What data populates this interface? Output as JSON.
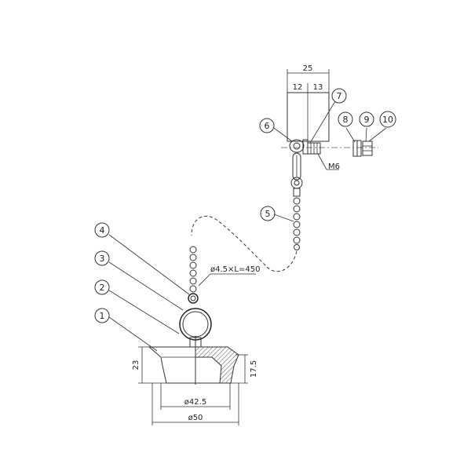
{
  "callouts": [
    "1",
    "2",
    "3",
    "4",
    "5",
    "6",
    "7",
    "8",
    "9",
    "10"
  ],
  "dimensions": {
    "top_width": "25",
    "top_left": "12",
    "top_right": "13",
    "thread": "M6",
    "chain_spec": "ø4.5×L=450",
    "height_left": "23",
    "height_right": "17.5",
    "inner_diameter": "ø42.5",
    "outer_diameter": "ø50"
  }
}
